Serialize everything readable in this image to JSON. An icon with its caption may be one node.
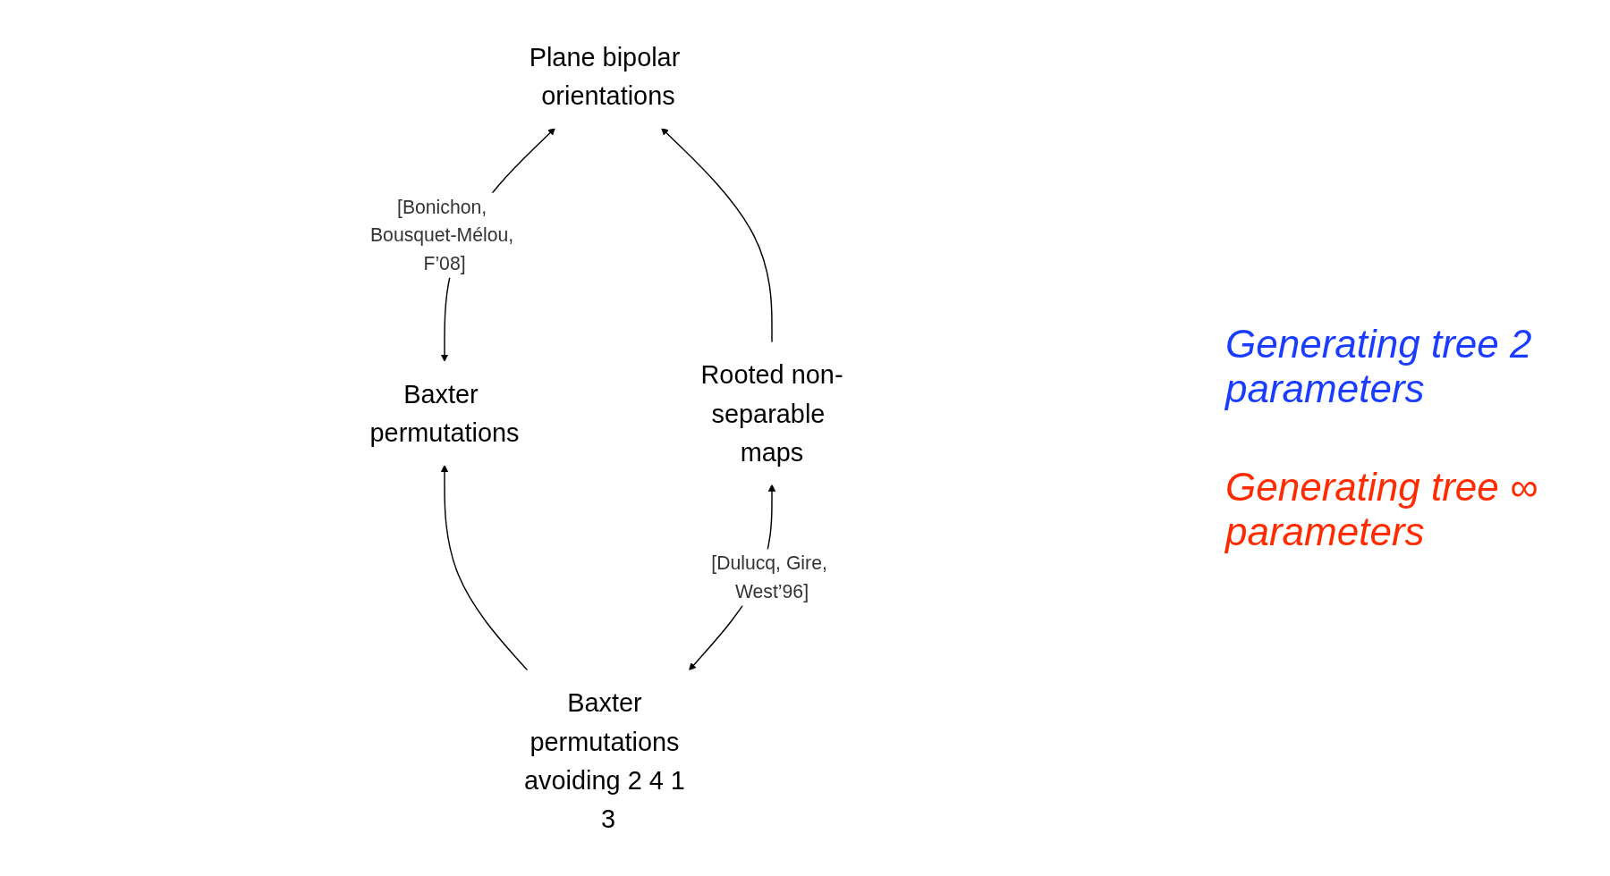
{
  "diagram": {
    "nodes": [
      {
        "text": [
          "Baxter permutations"
        ]
      },
      {
        "text": [
          "Plane bipolar orientations"
        ]
      },
      {
        "text": [
          "Baxter permutations avoiding 2 4 1 3"
        ]
      },
      {
        "text": [
          "Rooted non-separable maps"
        ]
      }
    ],
    "edges": [
      {
        "from": 0,
        "to": 1,
        "arrow": "both",
        "label": "[Bonichon, Bousquet-Mélou, F’08]"
      },
      {
        "from": 2,
        "to": 0,
        "arrow": "to"
      },
      {
        "from": 3,
        "to": 1,
        "arrow": "to"
      },
      {
        "from": 2,
        "to": 3,
        "arrow": "both",
        "label": "[Dulucq, Gire, West’96]"
      }
    ],
    "labels": [
      "Generating tree 2 parameters",
      "Generating tree ∞ parameters"
    ]
  }
}
